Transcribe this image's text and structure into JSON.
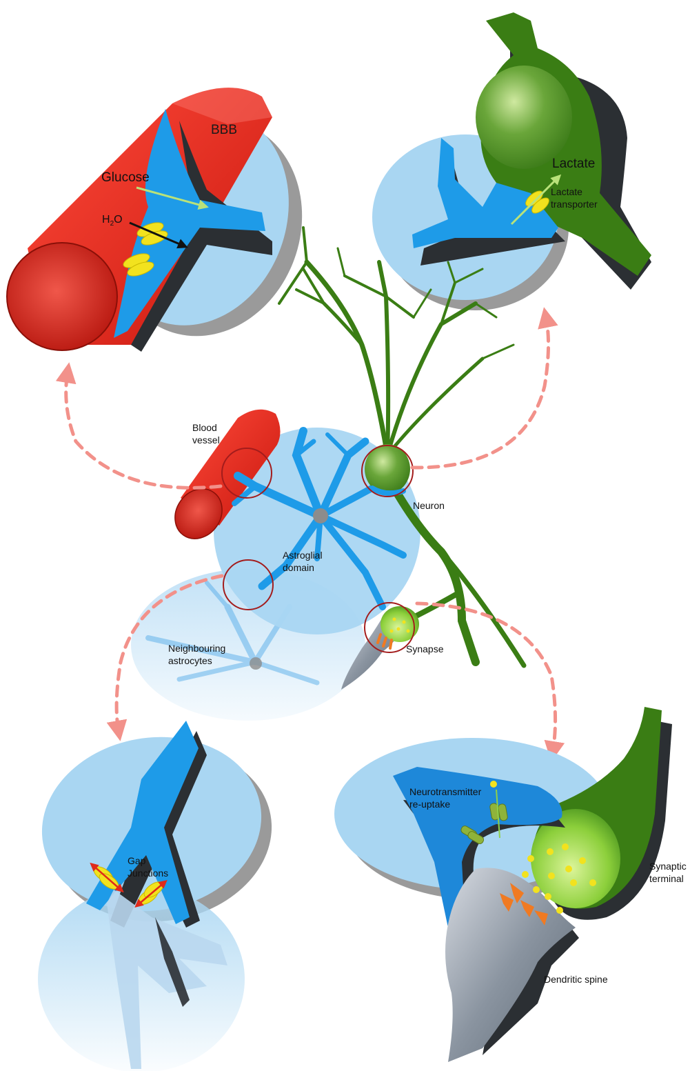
{
  "labels": {
    "bbb": "BBB",
    "glucose": "Glucose",
    "h2o_main": "H",
    "h2o_sub": "2",
    "h2o_end": "O",
    "lactate": "Lactate",
    "lactate_transporter_1": "Lactate",
    "lactate_transporter_2": "transporter",
    "blood_vessel_1": "Blood",
    "blood_vessel_2": "vessel",
    "neuron": "Neuron",
    "astroglial_1": "Astroglial",
    "astroglial_2": "domain",
    "neighbouring_1": "Neighbouring",
    "neighbouring_2": "astrocytes",
    "synapse": "Synapse",
    "gap_1": "Gap",
    "gap_2": "Junctions",
    "nt_1": "Neurotransmitter",
    "nt_2": "re-uptake",
    "synaptic_1": "Synaptic",
    "synaptic_2": "terminal",
    "dendritic_spine": "Dendritic spine"
  },
  "colors": {
    "astrocyte": "#1e9be8",
    "astro_domain": "#a9d6f2",
    "vessel": "#e8261a",
    "neuron": "#3a7d14",
    "arrow_dashed": "#f2918a",
    "channel": "#f2e21e",
    "receptor": "#f07a22",
    "shadow": "#2b2f33"
  }
}
